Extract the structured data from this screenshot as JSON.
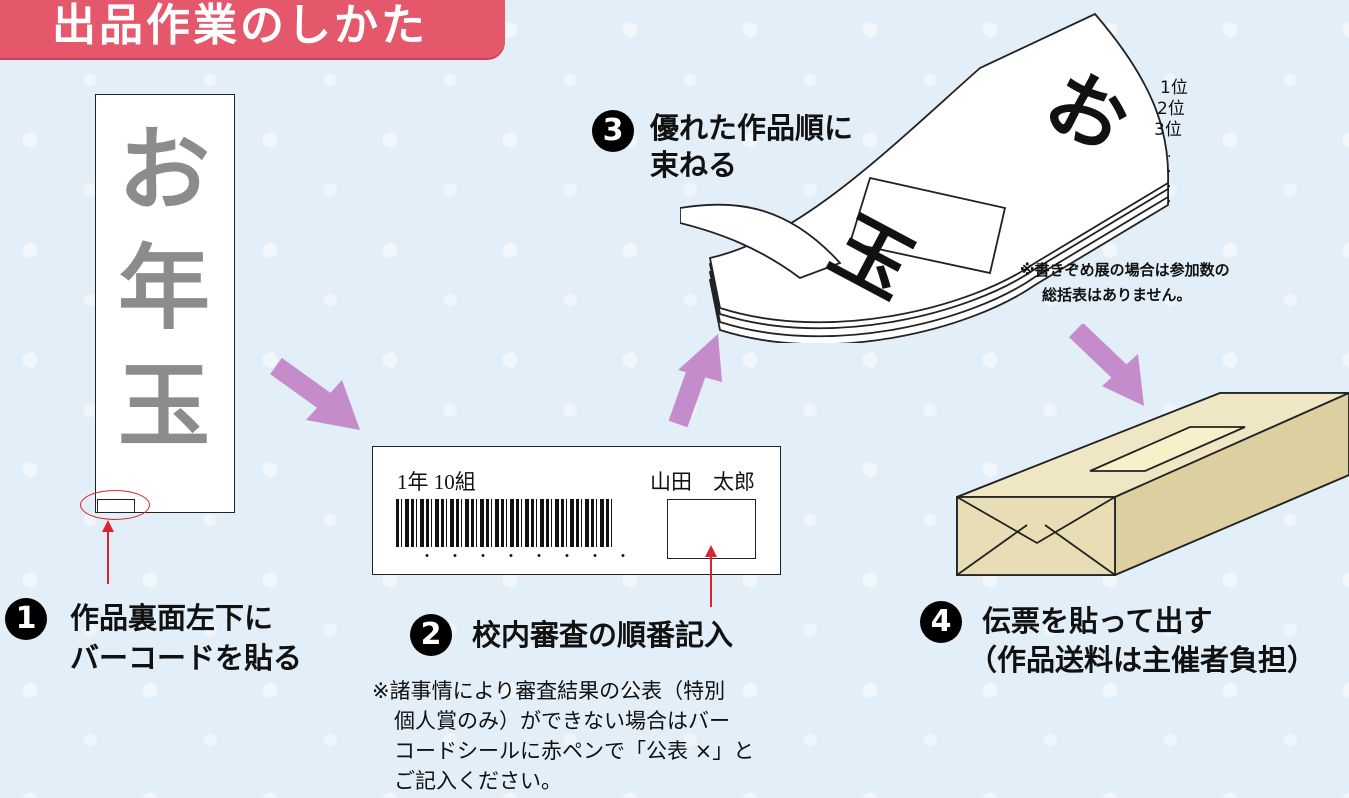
{
  "title": "出品作業のしかた",
  "paper": {
    "characters": [
      "お",
      "年",
      "玉"
    ]
  },
  "steps": [
    {
      "num": "1",
      "lines": [
        "作品裏面左下に",
        "バーコードを貼る"
      ]
    },
    {
      "num": "2",
      "lines": [
        "校内審査の順番記入"
      ]
    },
    {
      "num": "3",
      "lines": [
        "優れた作品順に",
        "束ねる"
      ]
    },
    {
      "num": "4",
      "lines": [
        "伝票を貼って出す",
        "（作品送料は主催者負担）"
      ]
    }
  ],
  "card": {
    "grade_class": "1年  10組",
    "name": "山田　太郎",
    "dots": "・・・・・・・・"
  },
  "note2": [
    "※諸事情により審査結果の公表（特別",
    "個人賞のみ）ができない場合はバー",
    "コードシールに赤ペンで「公表 ×」と",
    "ご記入ください。"
  ],
  "ranks": [
    "1位",
    "2位",
    "3位"
  ],
  "note3": [
    "※書きぞめ展の場合は参加数の",
    "総括表はありません。"
  ],
  "colors": {
    "banner": "#e5586c",
    "arrow": "#c58ccc",
    "red": "#d8262f",
    "box": "#e8ddb5"
  }
}
